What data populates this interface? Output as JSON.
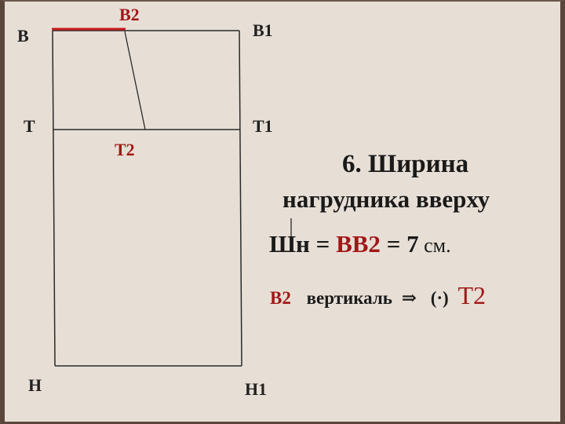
{
  "points": {
    "B": "В",
    "B1": "В1",
    "B2": "В2",
    "T": "Т",
    "T1": "Т1",
    "T2": "Т2",
    "H": "Н",
    "H1": "Н1"
  },
  "text": {
    "heading_line1": "6. Ширина",
    "heading_line2": "нагрудника вверху",
    "formula_lhs": "Шн = ",
    "formula_segment": "ВВ2",
    "formula_eq": " = 7",
    "formula_unit": " см.",
    "construction_point": "В2",
    "construction_text": "вертикаль",
    "implies_symbol": "⇒",
    "point_symbol": "(·)",
    "construction_target": "Т2"
  },
  "colors": {
    "background": "#e7dfd6",
    "frame": "#5a463c",
    "line": "#2a2a2a",
    "accent_red": "#a01818"
  }
}
